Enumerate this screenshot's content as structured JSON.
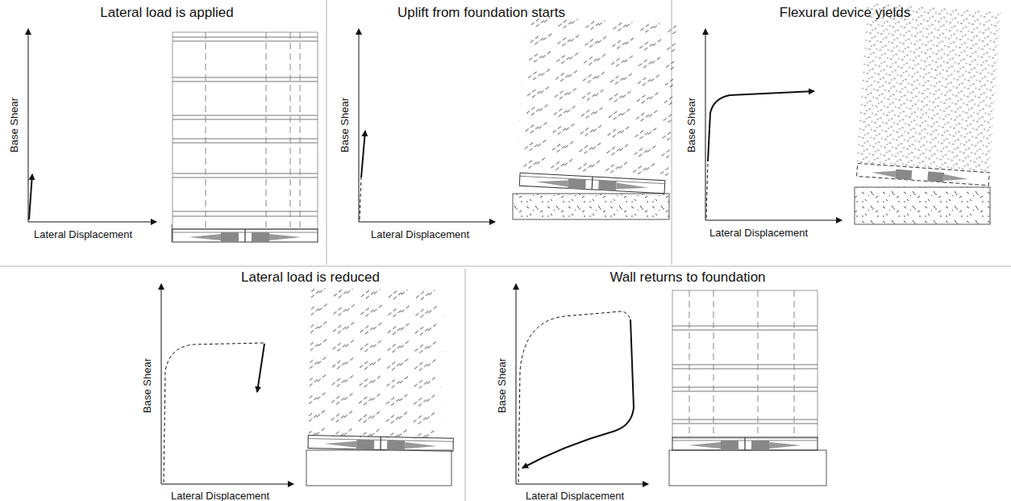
{
  "diagram": {
    "labels": [
      "Lateral load is applied",
      "Base Shear",
      "Lateral Displacement",
      "Uplift from foundation starts",
      "Base Shear",
      "Lateral Displacement",
      "Flexural device yields",
      "Base Shear",
      "Lateral Displacement",
      "Lateral load is reduced",
      "Base Shear",
      "Lateral Displacement",
      "Wall returns to foundation",
      "Base Shear",
      "Lateral Displacement"
    ]
  }
}
